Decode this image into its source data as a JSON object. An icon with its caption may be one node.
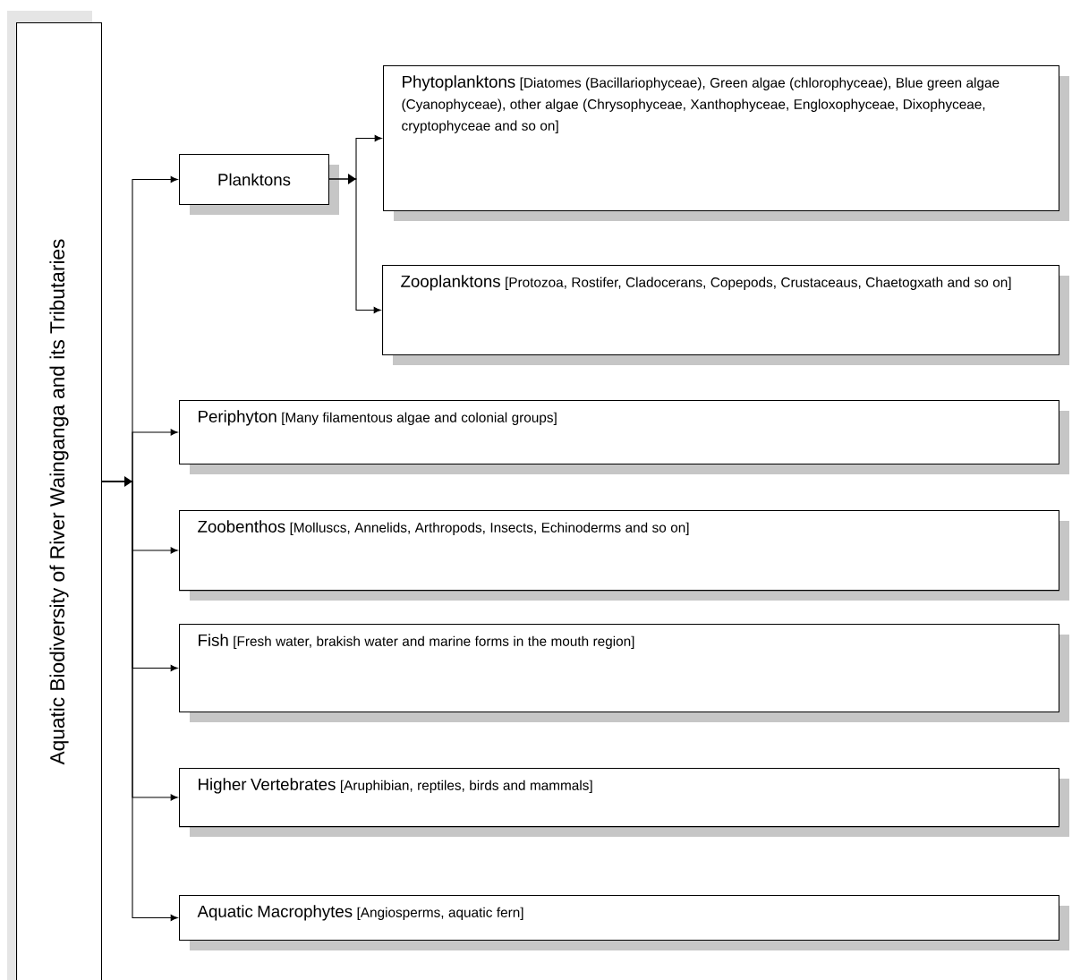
{
  "diagram": {
    "nodes": [
      {
        "text": [
          "Aquatic Biodiversity of River Wainganga and its Tributaries"
        ]
      },
      {
        "text": [
          "Planktons"
        ]
      },
      {
        "text": [
          "Phytoplanktons",
          "[Diatomes (Bacillariophyceae), Green algae (chlorophyceae), Blue green algae (Cyanophyceae), other algae (Chrysophyceae, Xanthophyceae, Engloxophyceae, Dixophyceae, cryptophyceae and so on]"
        ]
      },
      {
        "text": [
          "Zooplanktons",
          "[Protozoa, Rostifer, Cladocerans, Copepods, Crustaceaus, Chaetogxath and so on]"
        ]
      },
      {
        "text": [
          "Periphyton",
          "[Many filamentous algae and colonial groups]"
        ]
      },
      {
        "text": [
          "Zoobenthos",
          "[Molluscs, Annelids, Arthropods, Insects, Echinoderms and so on]"
        ]
      },
      {
        "text": [
          "Fish",
          "[Fresh water, brakish water and marine forms in the mouth region]"
        ]
      },
      {
        "text": [
          "Higher Vertebrates",
          "[Aruphibian, reptiles, birds and mammals]"
        ]
      },
      {
        "text": [
          "Aquatic Macrophytes",
          "[Angiosperms, aquatic fern]"
        ]
      }
    ],
    "edges": [
      {
        "from": 0,
        "to": 1,
        "arrow": "to"
      },
      {
        "from": 0,
        "to": 4,
        "arrow": "to"
      },
      {
        "from": 0,
        "to": 5,
        "arrow": "to"
      },
      {
        "from": 0,
        "to": 6,
        "arrow": "to"
      },
      {
        "from": 0,
        "to": 7,
        "arrow": "to"
      },
      {
        "from": 0,
        "to": 8,
        "arrow": "to"
      },
      {
        "from": 1,
        "to": 2,
        "arrow": "to"
      },
      {
        "from": 1,
        "to": 3,
        "arrow": "to"
      }
    ]
  }
}
